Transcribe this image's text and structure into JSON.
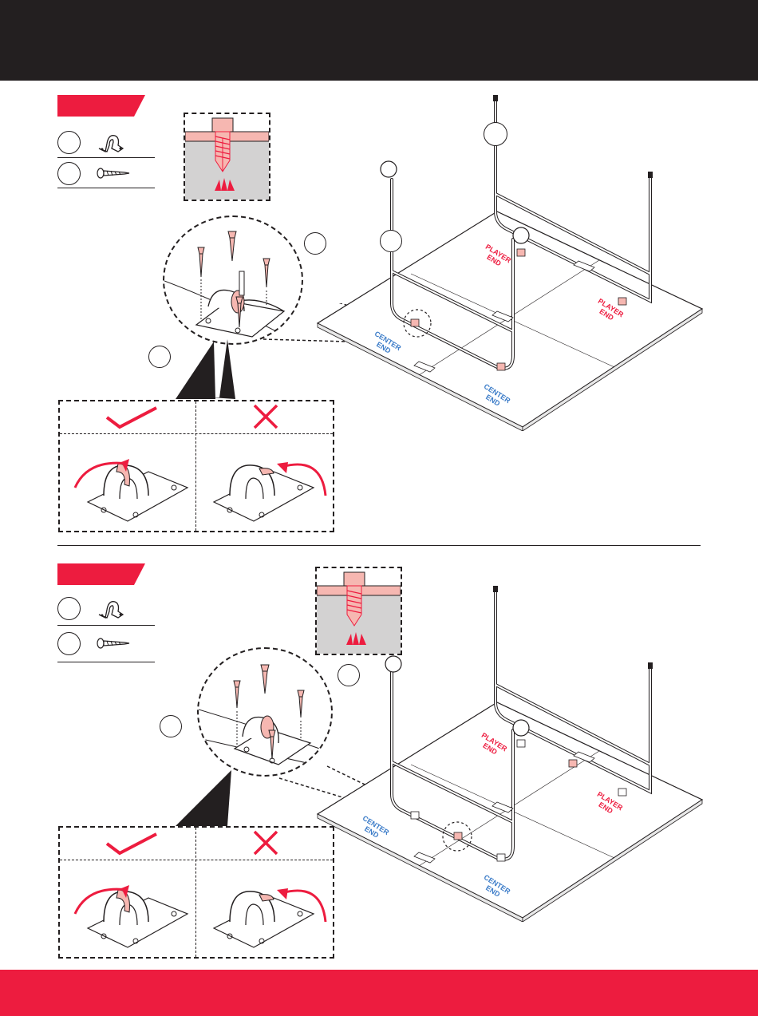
{
  "colors": {
    "header": "#231f20",
    "accent": "#ed1c3f",
    "blue_label": "#3a7bc8",
    "line": "#231f20"
  },
  "icons": {
    "clamp": "pipe-clamp-icon",
    "screw": "wood-screw-icon",
    "check": "check-mark-icon",
    "cross": "x-mark-icon"
  },
  "steps": [
    {
      "labels": {
        "player_end": [
          "PLAYER",
          "END"
        ],
        "center_end": [
          "CENTER",
          "END"
        ]
      }
    },
    {
      "labels": {
        "player_end": [
          "PLAYER",
          "END"
        ],
        "center_end": [
          "CENTER",
          "END"
        ]
      }
    }
  ]
}
